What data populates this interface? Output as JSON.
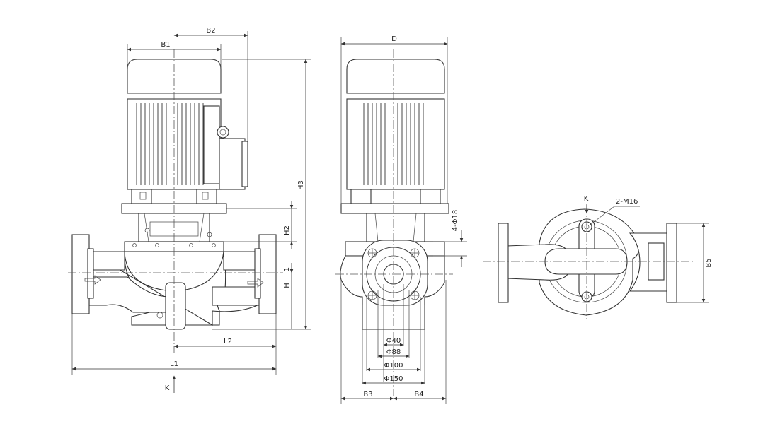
{
  "labels": {
    "b1": "B1",
    "b2": "B2",
    "b3": "B3",
    "b4": "B4",
    "b5": "B5",
    "d": "D",
    "h": "H",
    "h1": "1",
    "h2": "H2",
    "h3": "H3",
    "l1": "L1",
    "l2": "L2",
    "k_front": "K",
    "k_top": "K",
    "bolt_holes": "4-Φ18",
    "phi40": "Φ40",
    "phi88": "Φ88",
    "phi100": "Φ100",
    "phi150": "Φ150",
    "thread": "2-M16"
  }
}
